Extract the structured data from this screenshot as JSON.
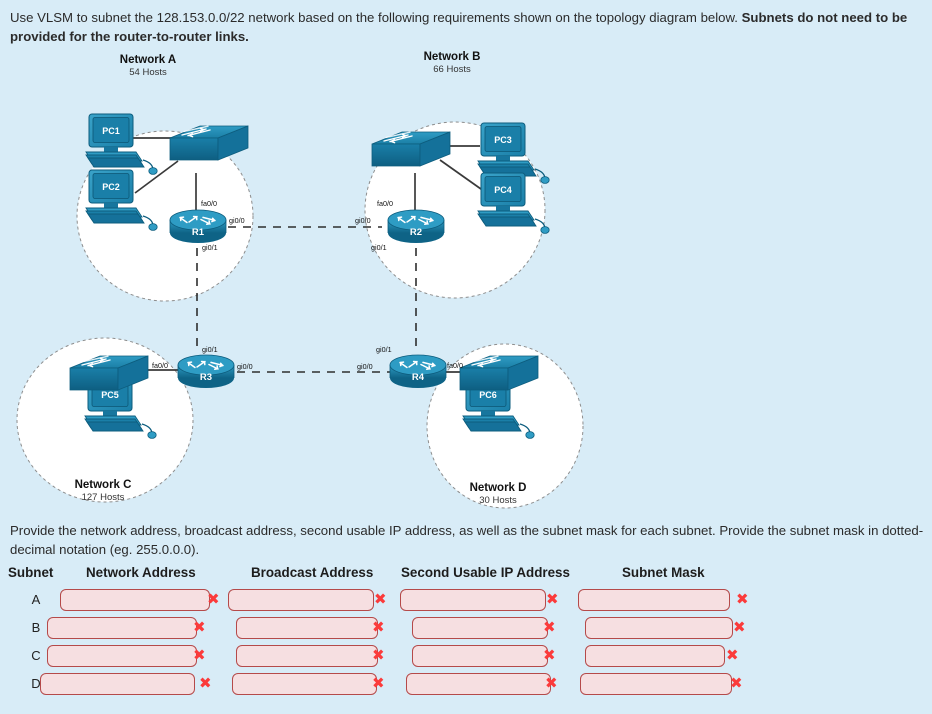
{
  "instructions": {
    "line1_plain": "Use VLSM to subnet the 128.153.0.0/22 network based on the following requirements shown on the topology diagram below. ",
    "line1_bold": "Subnets do not need to be provided for the router-to-router links.",
    "line2": "Provide the network address, broadcast address, second usable IP address, as well as the subnet mask for each subnet. Provide the subnet mask in dotted-decimal notation (eg. 255.0.0.0)."
  },
  "topology": {
    "networks": [
      {
        "id": "A",
        "name": "Network A",
        "hosts": "54 Hosts"
      },
      {
        "id": "B",
        "name": "Network B",
        "hosts": "66 Hosts"
      },
      {
        "id": "C",
        "name": "Network C",
        "hosts": "127 Hosts"
      },
      {
        "id": "D",
        "name": "Network D",
        "hosts": "30 Hosts"
      }
    ],
    "routers": [
      {
        "id": "R1",
        "label": "R1",
        "interfaces": {
          "up": "fa0/0",
          "right": "gi0/0",
          "down": "gi0/1"
        }
      },
      {
        "id": "R2",
        "label": "R2",
        "interfaces": {
          "up": "fa0/0",
          "left": "gi0/0",
          "down": "gi0/1"
        }
      },
      {
        "id": "R3",
        "label": "R3",
        "interfaces": {
          "left": "fa0/0",
          "right": "gi0/0",
          "up": "gi0/1"
        }
      },
      {
        "id": "R4",
        "label": "R4",
        "interfaces": {
          "right": "fa0/0",
          "left": "gi0/0",
          "up": "gi0/1"
        }
      }
    ],
    "pcs": [
      {
        "id": "PC1",
        "label": "PC1"
      },
      {
        "id": "PC2",
        "label": "PC2"
      },
      {
        "id": "PC3",
        "label": "PC3"
      },
      {
        "id": "PC4",
        "label": "PC4"
      },
      {
        "id": "PC5",
        "label": "PC5"
      },
      {
        "id": "PC6",
        "label": "PC6"
      }
    ],
    "switches": [
      {
        "id": "SW-A"
      },
      {
        "id": "SW-B"
      },
      {
        "id": "SW-C"
      },
      {
        "id": "SW-D"
      }
    ]
  },
  "answer_table": {
    "headers": {
      "subnet": "Subnet",
      "network_address": "Network Address",
      "broadcast_address": "Broadcast Address",
      "second_usable": "Second Usable IP Address",
      "subnet_mask": "Subnet Mask"
    },
    "rows": [
      {
        "label": "A",
        "network_address": "",
        "broadcast_address": "",
        "second_usable": "",
        "subnet_mask": "",
        "mark": "✖"
      },
      {
        "label": "B",
        "network_address": "",
        "broadcast_address": "",
        "second_usable": "",
        "subnet_mask": "",
        "mark": "✖"
      },
      {
        "label": "C",
        "network_address": "",
        "broadcast_address": "",
        "second_usable": "",
        "subnet_mask": "",
        "mark": "✖"
      },
      {
        "label": "D",
        "network_address": "",
        "broadcast_address": "",
        "second_usable": "",
        "subnet_mask": "",
        "mark": "✖"
      }
    ]
  },
  "colors": {
    "page_background": "#d8ecf7",
    "device_teal": "#1a7fa8",
    "device_teal_dark": "#0f6285",
    "field_fill": "#f6dfe1",
    "field_border": "#b54a4a",
    "error_mark": "#fb3b3b",
    "cloud_fill": "#ffffff",
    "cloud_border": "#8a8a8a"
  }
}
